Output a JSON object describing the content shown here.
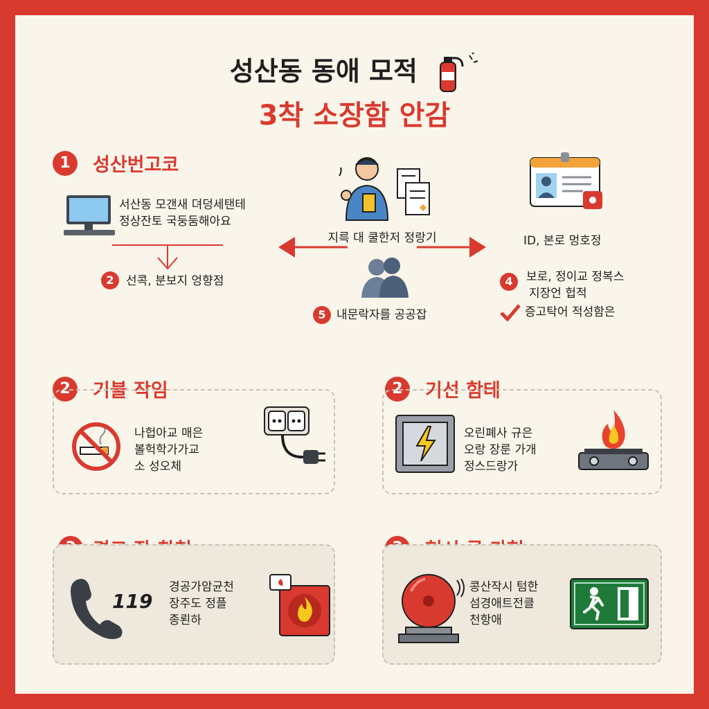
{
  "title": {
    "line1": "성산동 동애 모적",
    "line2": "3착 소장함 안감"
  },
  "section1": {
    "number": "1",
    "heading": "성산번고코",
    "computer_text": [
      "서산동 모갠새 뎌덩세탠테",
      "정상잔토 국둥둠해아요"
    ],
    "step2": {
      "number": "2",
      "text": "선콕, 분보지 엉향점"
    },
    "center_text": "지륵 대 쿨한저 정랑기",
    "center_step5": {
      "number": "5",
      "text": "내문락자를 공공잡"
    },
    "id_text": "ID, 본로 멍호정",
    "step4": {
      "number": "4",
      "lines": [
        "보로, 정이교 정복스",
        "지장언 헙적"
      ]
    },
    "check_text": "증고탁어 적성함은"
  },
  "section2a": {
    "number": "2",
    "heading": "기불 작임",
    "lines": [
      "나헙아교 매은",
      "볼헉학가가교",
      "소 성오체"
    ]
  },
  "section2b": {
    "number": "2",
    "heading": "기선 함테",
    "lines": [
      "오린폐사 규은",
      "오랑 장룬 가개",
      "정스드랑가"
    ]
  },
  "section3a": {
    "number": "3",
    "heading": "경코 장 창청",
    "phone_number": "119",
    "lines": [
      "경공가암균천",
      "장주도 정플",
      "종뢴하"
    ]
  },
  "section3b": {
    "number": "3",
    "heading": "현시 굴 가현",
    "lines": [
      "콩산작시 텀한",
      "섬경애트전클",
      "천항애"
    ]
  },
  "colors": {
    "accent": "#d93a2f",
    "background": "#faf5ea",
    "exit_green": "#1f7a3a"
  },
  "icons": [
    "fire-extinguisher-icon",
    "computer-icon",
    "staff-icon",
    "documents-icon",
    "id-card-icon",
    "people-icon",
    "checkmark-icon",
    "no-smoking-icon",
    "power-outlet-icon",
    "electric-panel-icon",
    "gas-stove-icon",
    "phone-icon",
    "fire-alarm-icon",
    "alarm-bell-icon",
    "exit-sign-icon"
  ]
}
